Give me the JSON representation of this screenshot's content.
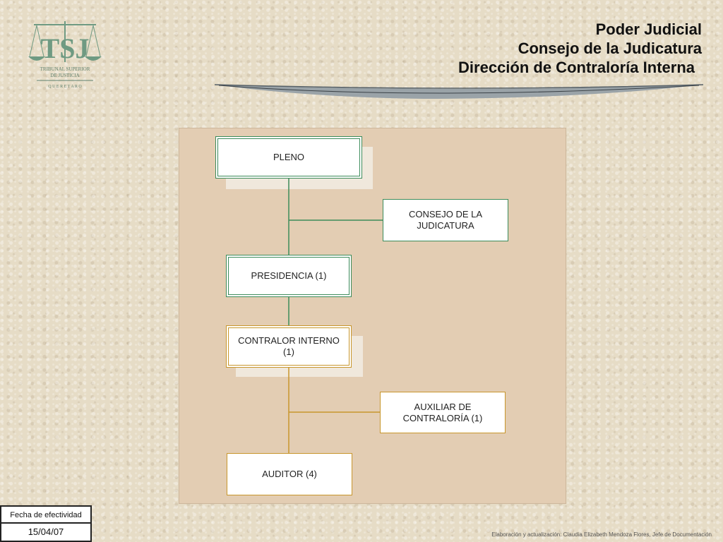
{
  "header": {
    "line1": "Poder Judicial",
    "line2": "Consejo de la Judicatura",
    "line3": "Dirección de Contraloría Interna"
  },
  "logo": {
    "monogram": "TSJ",
    "text1": "TRIBUNAL SUPERIOR",
    "text2": "DE JUSTICIA",
    "text3": "Q U E R E T A R O"
  },
  "org_chart": {
    "nodes": [
      {
        "id": "pleno",
        "label": "PLENO"
      },
      {
        "id": "consejo",
        "label": "CONSEJO DE LA JUDICATURA"
      },
      {
        "id": "presidencia",
        "label": "PRESIDENCIA (1)"
      },
      {
        "id": "contralor",
        "label": "CONTRALOR INTERNO (1)"
      },
      {
        "id": "auxiliar",
        "label": "AUXILIAR DE CONTRALORÍA  (1)"
      },
      {
        "id": "auditor",
        "label": "AUDITOR  (4)"
      }
    ],
    "edges": [
      {
        "from": "pleno",
        "to": "consejo"
      },
      {
        "from": "pleno",
        "to": "presidencia"
      },
      {
        "from": "presidencia",
        "to": "contralor"
      },
      {
        "from": "contralor",
        "to": "auxiliar"
      },
      {
        "from": "contralor",
        "to": "auditor"
      }
    ],
    "colors": {
      "upper": "#3c8b5a",
      "lower": "#c8962c"
    }
  },
  "footer": {
    "fecha_label": "Fecha de efectividad",
    "fecha_value": "15/04/07",
    "credit": "Elaboración y actualización: Claudia Elizabeth Mendoza Flores,  Jefe de Documentación"
  }
}
